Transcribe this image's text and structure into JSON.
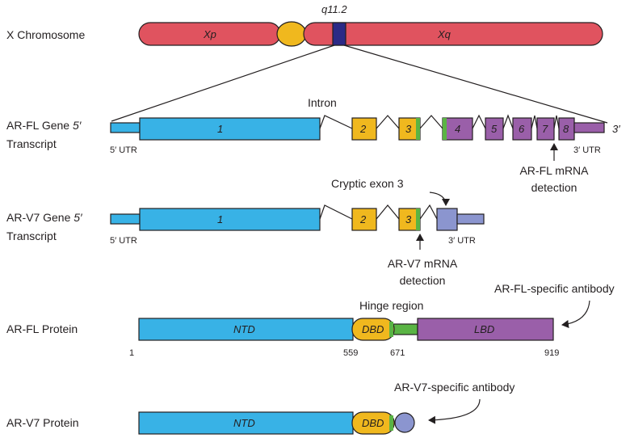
{
  "colors": {
    "chromosome": "#e0535f",
    "centromere": "#f0b81e",
    "band": "#2c2a86",
    "exon1": "#38b2e6",
    "exon_yellow": "#f0b81e",
    "exon_purple": "#9a5fa9",
    "cryptic": "#8b95cf",
    "hinge": "#5ab444",
    "utr_blue": "#38b2e6"
  },
  "rows": {
    "chromosome": "X Chromosome",
    "arfl_gene_line1": "AR-FL Gene ",
    "arfl_gene_italic": "5′",
    "arfl_gene_line2": "Transcript",
    "arv7_gene_line1": "AR-V7 Gene ",
    "arv7_gene_italic": "5′",
    "arv7_gene_line2": "Transcript",
    "arfl_protein": "AR-FL Protein",
    "arv7_protein": "AR-V7 Protein"
  },
  "chromosome": {
    "band_label": "q11.2",
    "xp": "Xp",
    "xq": "Xq"
  },
  "arfl_gene": {
    "intron_label": "Intron",
    "exons": [
      "1",
      "2",
      "3",
      "4",
      "5",
      "6",
      "7",
      "8"
    ],
    "utr5": "5′ UTR",
    "utr3": "3′ UTR",
    "end3": "3′",
    "detection_line1": "AR-FL mRNA",
    "detection_line2": "detection"
  },
  "arv7_gene": {
    "cryptic_label": "Cryptic exon 3",
    "exons": [
      "1",
      "2",
      "3"
    ],
    "utr5": "5′ UTR",
    "utr3": "3′ UTR",
    "detection_line1": "AR-V7 mRNA",
    "detection_line2": "detection"
  },
  "arfl_protein": {
    "ntd": "NTD",
    "dbd": "DBD",
    "lbd": "LBD",
    "hinge_label": "Hinge region",
    "antibody_label": "AR-FL-specific antibody",
    "pos_1": "1",
    "pos_559": "559",
    "pos_671": "671",
    "pos_919": "919"
  },
  "arv7_protein": {
    "ntd": "NTD",
    "dbd": "DBD",
    "antibody_label": "AR-V7-specific antibody"
  }
}
